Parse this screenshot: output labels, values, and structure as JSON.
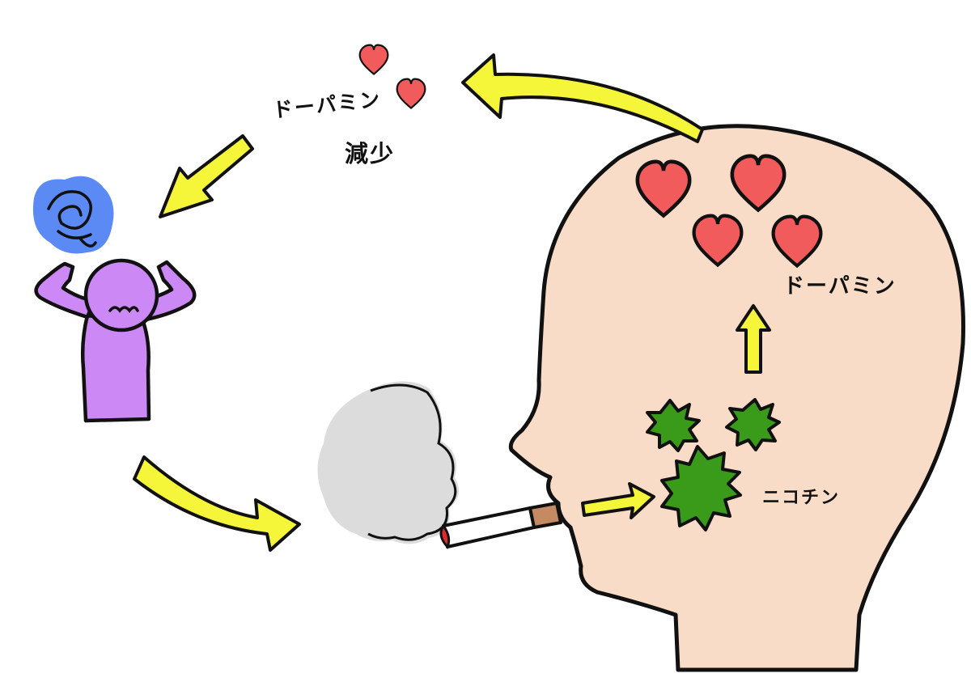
{
  "labels": {
    "dopamine_head": "ドーパミン",
    "nicotine": "ニコチン",
    "dopamine_drop_line1": "ドーパミン",
    "dopamine_drop_line2": "減少"
  },
  "colors": {
    "skin": "#f9dcc7",
    "heart": "#f25b5b",
    "arrow": "#f5f53a",
    "nicotine": "#3a9a1a",
    "smoke": "#dcdcdc",
    "person": "#cc88f5",
    "anxiety": "#5b8af5",
    "filter": "#c58a62",
    "ember": "#e32a2a",
    "outline": "#111111"
  }
}
